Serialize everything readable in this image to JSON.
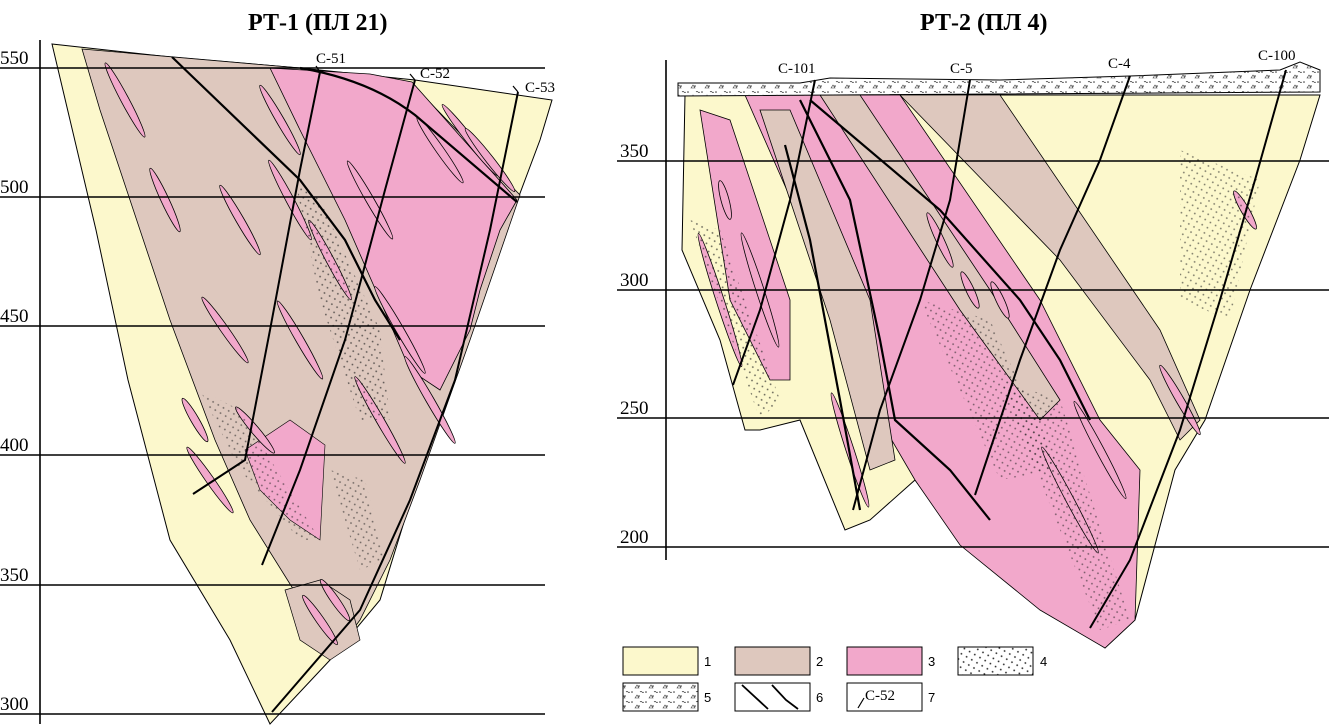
{
  "colors": {
    "rock1": "#FCF8CC",
    "rock2": "#DEC8BE",
    "rock3": "#F2A8CB",
    "line": "#000000"
  },
  "left_section": {
    "title": "РТ-1 (ПЛ 21)",
    "elevations": [
      "550",
      "500",
      "450",
      "400",
      "350",
      "300"
    ],
    "wells": [
      "С-51",
      "С-52",
      "С-53"
    ]
  },
  "right_section": {
    "title": "РТ-2 (ПЛ 4)",
    "elevations": [
      "350",
      "300",
      "250",
      "200"
    ],
    "wells": [
      "С-101",
      "С-5",
      "С-4",
      "С-100"
    ]
  },
  "legend": {
    "items": [
      {
        "number": "1",
        "icon": "rock-type-1-swatch"
      },
      {
        "number": "2",
        "icon": "rock-type-2-swatch"
      },
      {
        "number": "3",
        "icon": "rock-type-3-swatch"
      },
      {
        "number": "4",
        "icon": "dotted-hatch-swatch"
      },
      {
        "number": "5",
        "icon": "loose-deposits-swatch"
      },
      {
        "number": "6",
        "icon": "fault-lines-swatch"
      },
      {
        "number": "7",
        "icon": "borehole-swatch"
      }
    ],
    "borehole_sample": "С-52"
  }
}
